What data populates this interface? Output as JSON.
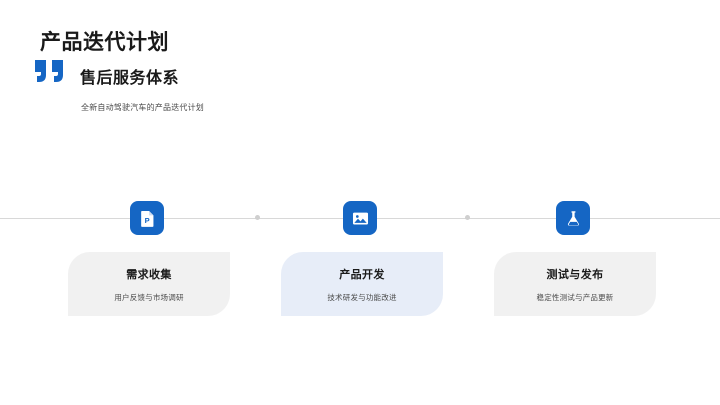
{
  "header": {
    "main_title": "产品迭代计划",
    "quote_icon": "quote-mark-icon",
    "sub_title": "售后服务体系",
    "description": "全新自动驾驶汽车的产品迭代计划"
  },
  "colors": {
    "accent_blue": "#1566c4",
    "card_grey": "#f1f1f1",
    "card_blue": "#e7edf8",
    "line_grey": "#d8d8d8",
    "dot_grey": "#cfcfcf",
    "title_text": "#1a1a1a",
    "body_text": "#4a4a4a"
  },
  "timeline": {
    "connector_dots": 2,
    "steps": [
      {
        "icon": "presentation-file-icon",
        "title": "需求收集",
        "desc": "用户反馈与市场调研",
        "card_style": "grey"
      },
      {
        "icon": "image-picture-icon",
        "title": "产品开发",
        "desc": "技术研发与功能改进",
        "card_style": "blue"
      },
      {
        "icon": "lab-flask-icon",
        "title": "测试与发布",
        "desc": "稳定性测试与产品更新",
        "card_style": "grey"
      }
    ]
  }
}
